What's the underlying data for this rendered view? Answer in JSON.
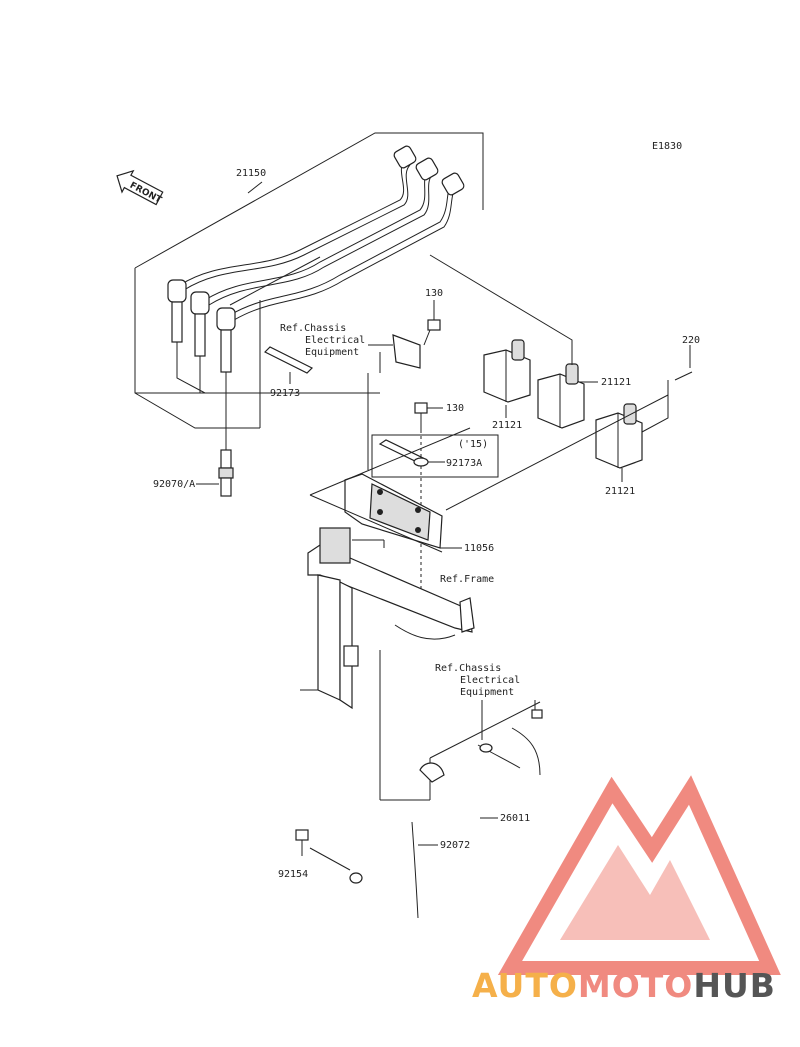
{
  "diagram_code": "E1830",
  "front_label": "FRONT",
  "callouts": {
    "p21150": "21150",
    "p130_top": "130",
    "p130_mid": "130",
    "p220": "220",
    "p21121_a": "21121",
    "p21121_b": "21121",
    "p21121_c": "21121",
    "p92173": "92173",
    "p92173A": "92173A",
    "p15": "('15)",
    "p92070A": "92070/A",
    "p11056": "11056",
    "p26011": "26011",
    "p92072": "92072",
    "p92154": "92154"
  },
  "refs": {
    "ref1": [
      "Ref.Chassis",
      "Electrical",
      "Equipment"
    ],
    "ref_frame": "Ref.Frame",
    "ref2": [
      "Ref.Chassis",
      "Electrical",
      "Equipment"
    ]
  },
  "watermark": {
    "part1": "AUTO",
    "part2": "MOTO",
    "part3": "HUB",
    "color_orange": "#f5b04a",
    "color_red": "#f08a80",
    "color_gray": "#555555"
  }
}
